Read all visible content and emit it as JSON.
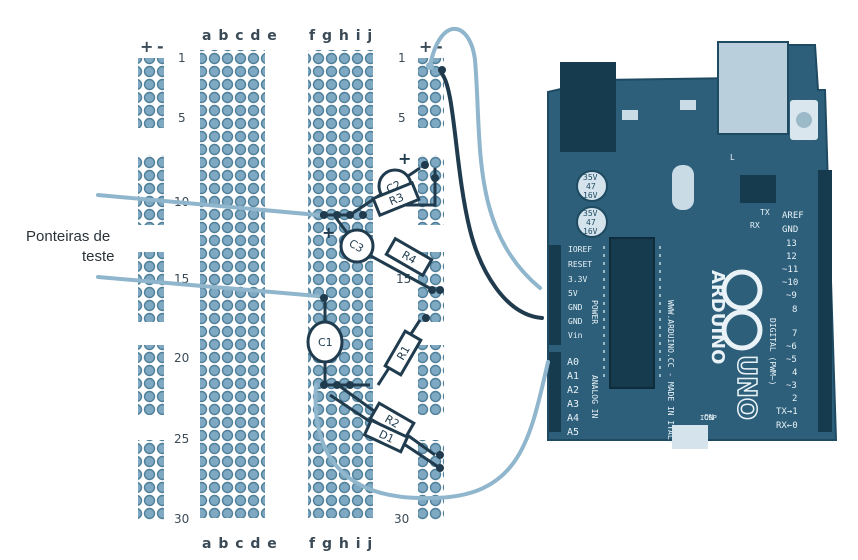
{
  "probe_label": [
    "Ponteiras de",
    "teste"
  ],
  "breadboard": {
    "rail_signs": {
      "plus": "+",
      "minus": "-"
    },
    "columns_left": "a b c d e",
    "columns_right": "f g h i j",
    "row_labels": [
      "1",
      "5",
      "10",
      "15",
      "20",
      "25",
      "30"
    ]
  },
  "components": {
    "C1": "C1",
    "C2": "C2",
    "C3": "C3",
    "R1": "R1",
    "R2": "R2",
    "R3": "R3",
    "R4": "R4",
    "D1": "D1",
    "plus_c2": "+",
    "plus_c3": "+"
  },
  "arduino": {
    "brand": "ARDUINO",
    "model": "UNO",
    "power_pins": [
      "IOREF",
      "RESET",
      "3.3V",
      "5V",
      "GND",
      "GND",
      "Vin"
    ],
    "power_header": "POWER",
    "analog_pins": [
      "A0",
      "A1",
      "A2",
      "A3",
      "A4",
      "A5"
    ],
    "analog_header": "ANALOG IN",
    "digital_pins": [
      "AREF",
      "GND",
      "13",
      "12",
      "~11",
      "~10",
      "~9",
      "8",
      "7",
      "~6",
      "~5",
      "4",
      "~3",
      "2",
      "TX→1",
      "RX←0"
    ],
    "digital_header": "DIGITAL (PWM~)",
    "cap_marking": [
      "35V",
      "47",
      "16V"
    ],
    "url": "WWW.ARDUINO.CC - MADE IN ITALY",
    "on_label": "ON",
    "tx_label": "TX",
    "rx_label": "RX",
    "l_label": "L",
    "icsp_label": "ICSP"
  },
  "colors": {
    "ink": "#1f3b4d",
    "board": "#2d5f7a",
    "board_dark": "#1e4a62",
    "hole": "#7fa9c2",
    "hole_border": "#4f7f99",
    "wire_light": "#8fb6cc",
    "wire_dark": "#1f3b4d"
  }
}
